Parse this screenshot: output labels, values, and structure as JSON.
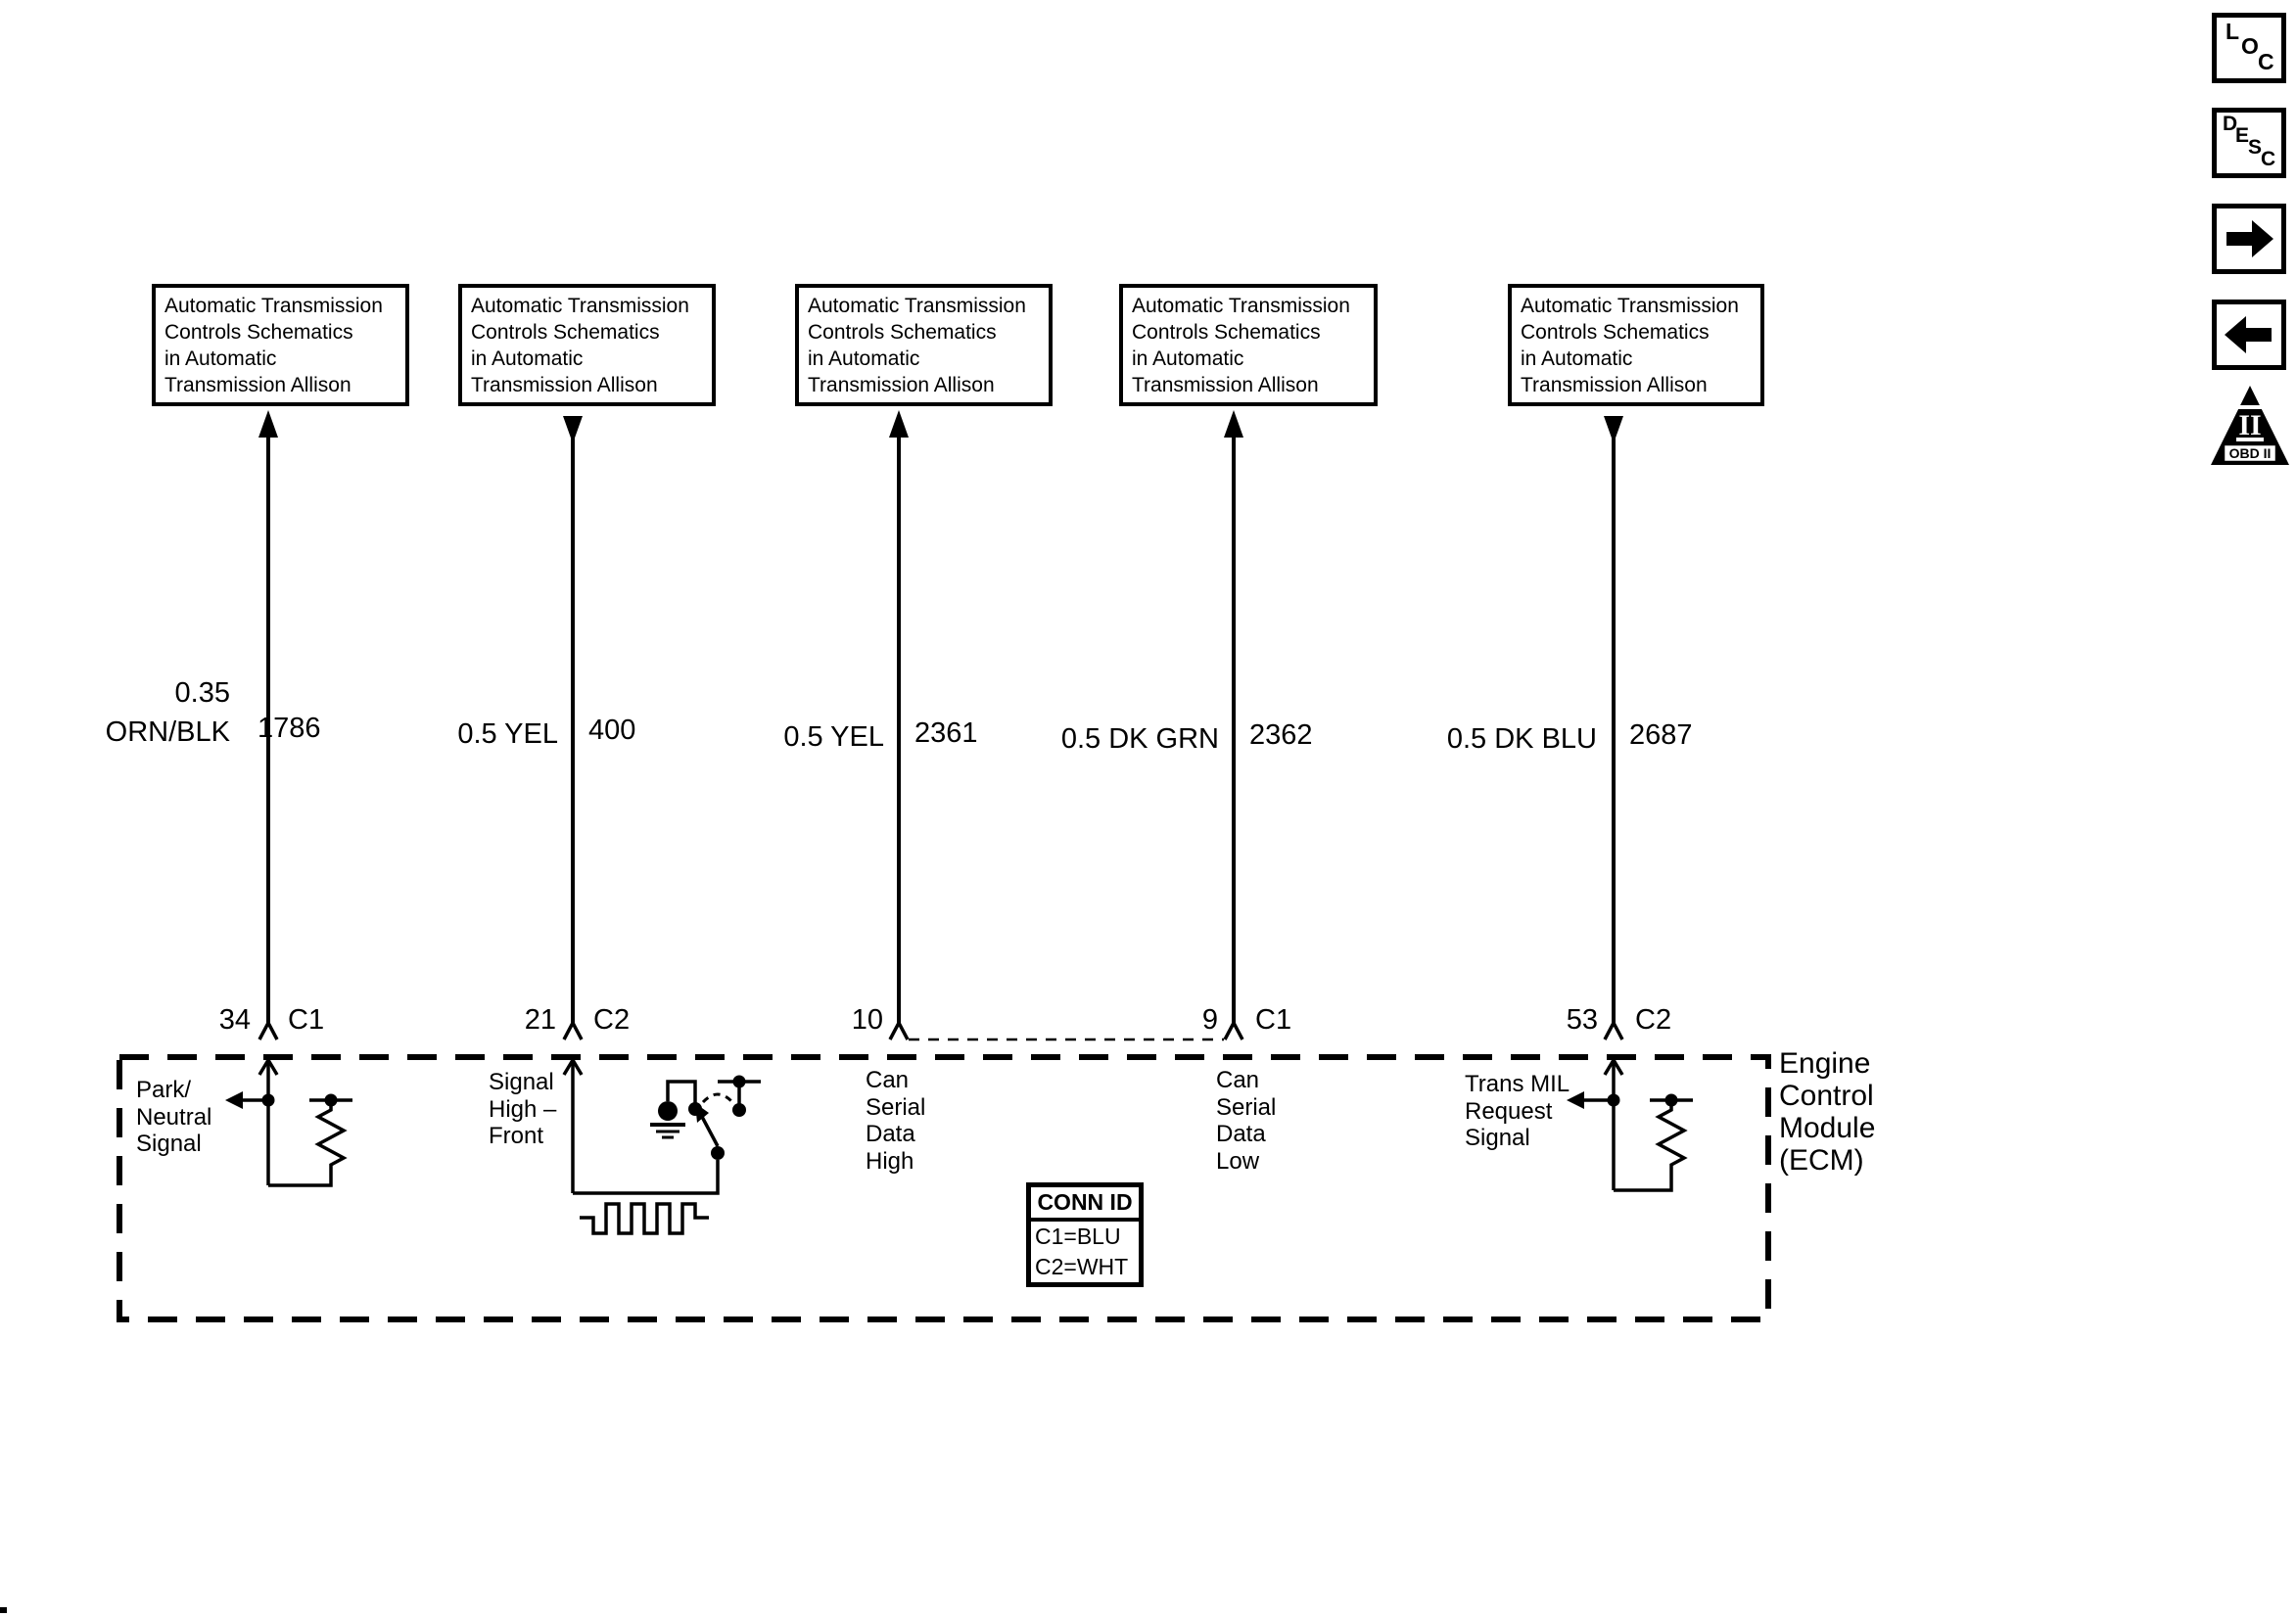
{
  "colors": {
    "ink": "#000000",
    "bg": "#ffffff"
  },
  "toolbar": {
    "loc": {
      "l0": "L",
      "l1": "O",
      "l2": "C"
    },
    "desc": {
      "l0": "D",
      "l1": "E",
      "l2": "S",
      "l3": "C"
    },
    "obd": {
      "pillar": "II",
      "label": "OBD II"
    }
  },
  "schematic_boxes": [
    {
      "label": "Automatic Transmission\nControls Schematics\nin Automatic\nTransmission Allison"
    },
    {
      "label": "Automatic Transmission\nControls Schematics\nin Automatic\nTransmission Allison"
    },
    {
      "label": "Automatic Transmission\nControls Schematics\nin Automatic\nTransmission Allison"
    },
    {
      "label": "Automatic Transmission\nControls Schematics\nin Automatic\nTransmission Allison"
    },
    {
      "label": "Automatic Transmission\nControls Schematics\nin Automatic\nTransmission Allison"
    }
  ],
  "wires": [
    {
      "size_color": "0.35\nORN/BLK",
      "circuit": "1786",
      "pin": "34",
      "connector": "C1",
      "signal": "Park/\nNeutral\nSignal"
    },
    {
      "size_color": "0.5 YEL",
      "circuit": "400",
      "pin": "21",
      "connector": "C2",
      "signal": "Signal\nHigh –\nFront"
    },
    {
      "size_color": "0.5 YEL",
      "circuit": "2361",
      "pin": "10",
      "connector": "",
      "signal": "Can\nSerial\nData\nHigh"
    },
    {
      "size_color": "0.5 DK GRN",
      "circuit": "2362",
      "pin": "9",
      "connector": "C1",
      "signal": "Can\nSerial\nData\nLow"
    },
    {
      "size_color": "0.5 DK BLU",
      "circuit": "2687",
      "pin": "53",
      "connector": "C2",
      "signal": "Trans MIL\nRequest\nSignal"
    }
  ],
  "conn_id": {
    "title": "CONN ID",
    "rows": [
      "C1=BLU",
      "C2=WHT"
    ]
  },
  "module": {
    "label": "Engine\nControl\nModule\n(ECM)"
  }
}
